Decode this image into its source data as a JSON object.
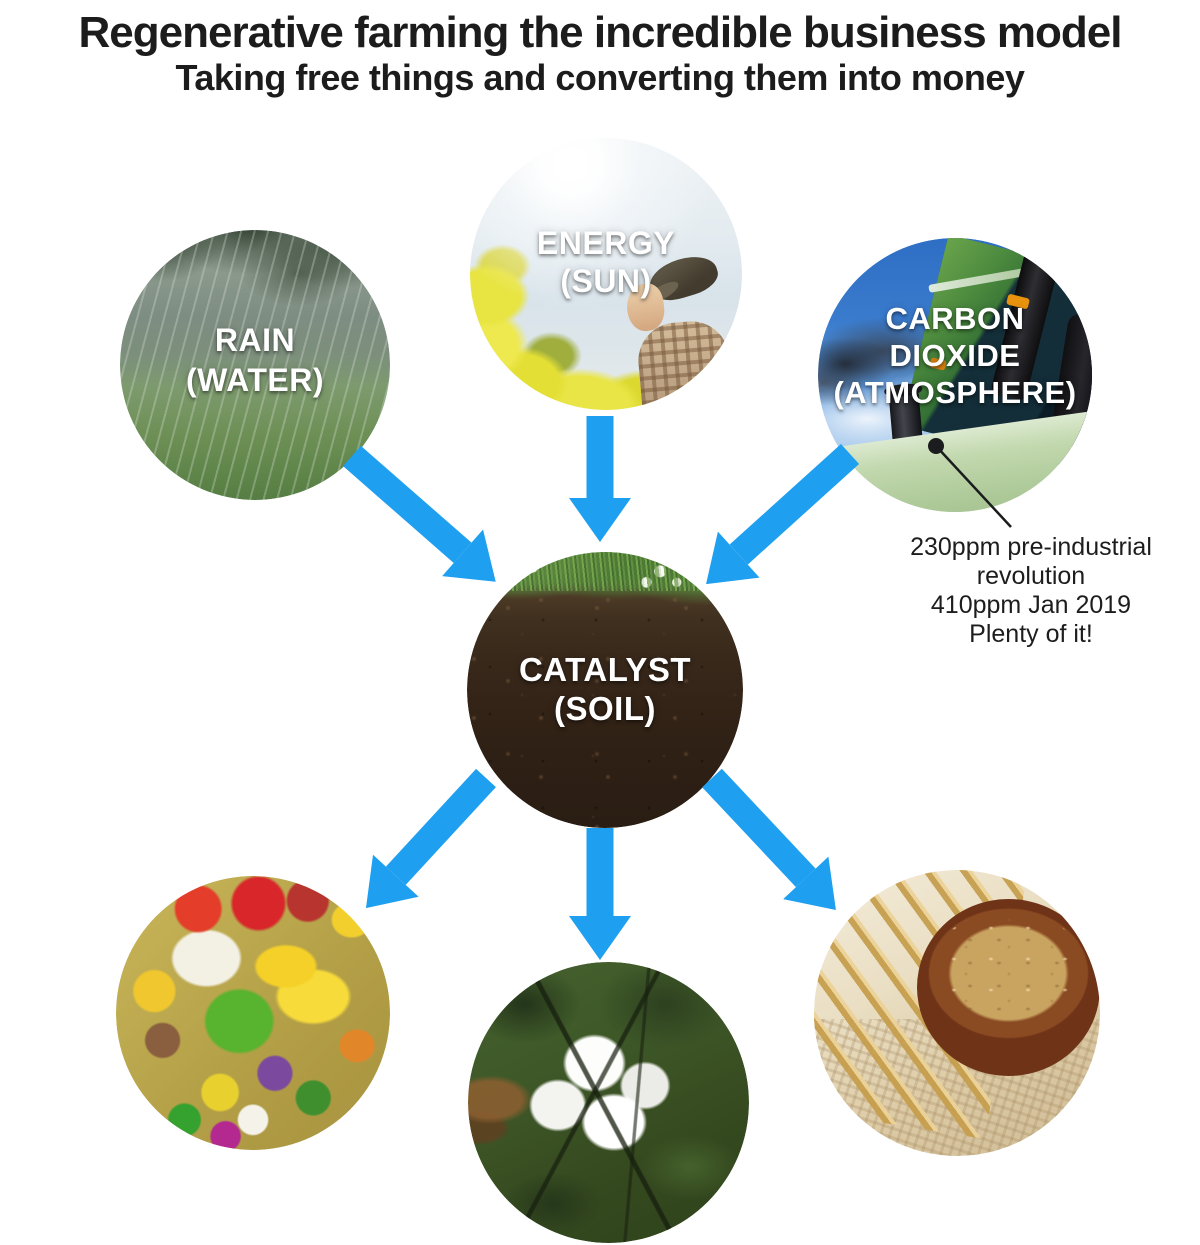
{
  "header": {
    "title": "Regenerative farming the incredible business model",
    "subtitle": "Taking free things and converting them into money"
  },
  "colors": {
    "arrow": "#1e9ff0",
    "heading": "#1c1c1c",
    "circle-label": "#ffffff",
    "annotation": "#1d1d1d",
    "pointer": "#1b1c1e"
  },
  "diagram": {
    "inputs": [
      {
        "id": "rain",
        "label": [
          "RAIN",
          "(WATER)"
        ],
        "photo": "rain falling on a green crop field with trees"
      },
      {
        "id": "energy",
        "label": [
          "ENERGY",
          "(SUN)"
        ],
        "photo": "farmer in a flat cap gazing at the sun over yellow rapeseed flowers"
      },
      {
        "id": "carbon-dioxide",
        "label": [
          "CARBON",
          "DIOXIDE",
          "(ATMOSPHERE)"
        ],
        "photo": "green tractor emitting exhaust smoke against a blue sky"
      }
    ],
    "catalyst": {
      "id": "soil",
      "label": [
        "CATALYST",
        "(SOIL)"
      ],
      "photo": "dark soil profile topped with green grass and white clover flowers"
    },
    "outputs": [
      {
        "id": "produce",
        "photo": "assorted colorful fruits and vegetables"
      },
      {
        "id": "cotton",
        "photo": "white cotton bolls on a cotton plant"
      },
      {
        "id": "grain",
        "photo": "wheat ears beside a bowl of grain on burlap"
      }
    ],
    "annotation": {
      "lines": [
        "230ppm pre-industrial",
        "revolution",
        "410ppm Jan 2019",
        "Plenty of it!"
      ]
    }
  }
}
